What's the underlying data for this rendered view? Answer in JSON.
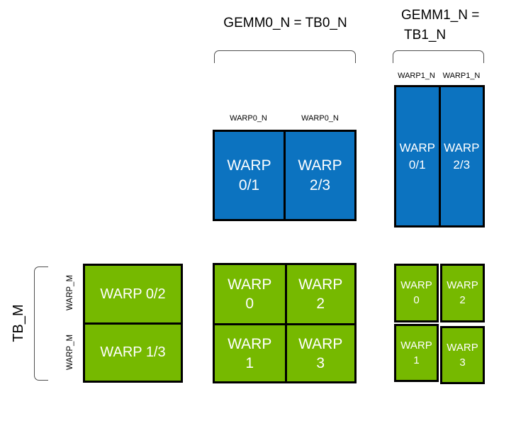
{
  "palette": {
    "blue": "#0c73c0",
    "green": "#76b900",
    "border": "#000000",
    "bracket_line": "#4f4f4f",
    "cell_text": "#ffffff",
    "label_text": "#000000"
  },
  "top_center": {
    "title": "GEMM0_N = TB0_N",
    "warp_labels": [
      "WARP0_N",
      "WARP0_N"
    ],
    "cells": [
      {
        "l1": "WARP",
        "l2": "0/1"
      },
      {
        "l1": "WARP",
        "l2": "2/3"
      }
    ]
  },
  "top_right": {
    "title_line1": "GEMM1_N =",
    "title_line2": "TB1_N",
    "warp_labels": [
      "WARP1_N",
      "WARP1_N"
    ],
    "cells": [
      {
        "l1": "WARP",
        "l2": "0/1"
      },
      {
        "l1": "WARP",
        "l2": "2/3"
      }
    ]
  },
  "bottom_left": {
    "tb_label": "TB_M",
    "warp_labels": [
      "WARP_M",
      "WARP_M"
    ],
    "rows": [
      "WARP 0/2",
      "WARP 1/3"
    ]
  },
  "bottom_center": {
    "cells": [
      {
        "l1": "WARP",
        "l2": "0"
      },
      {
        "l1": "WARP",
        "l2": "2"
      },
      {
        "l1": "WARP",
        "l2": "1"
      },
      {
        "l1": "WARP",
        "l2": "3"
      }
    ]
  },
  "bottom_right": {
    "cells": [
      {
        "l1": "WARP",
        "l2": "0"
      },
      {
        "l1": "WARP",
        "l2": "2"
      },
      {
        "l1": "WARP",
        "l2": "1"
      },
      {
        "l1": "WARP",
        "l2": "3"
      }
    ]
  }
}
